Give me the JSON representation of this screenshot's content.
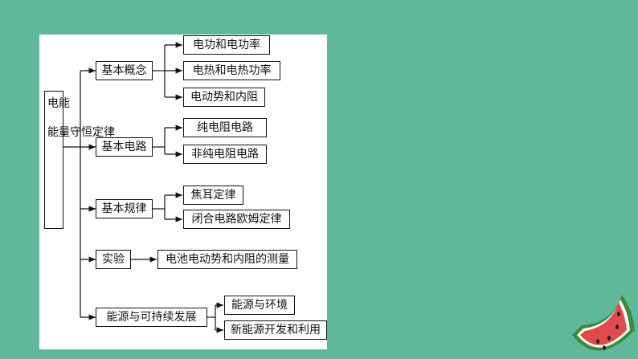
{
  "diagram": {
    "root": {
      "line1": "电能",
      "line2": "能量守恒定律"
    },
    "branches": [
      {
        "label": "基本概念",
        "children": [
          "电功和电功率",
          "电热和电热功率",
          "电动势和内阻"
        ]
      },
      {
        "label": "基本电路",
        "children": [
          "纯电阻电路",
          "非纯电阻电路"
        ]
      },
      {
        "label": "基本规律",
        "children": [
          "焦耳定律",
          "闭合电路欧姆定律"
        ]
      },
      {
        "label": "实验",
        "children": [
          "电池电动势和内阻的测量"
        ]
      },
      {
        "label": "能源与可持续发展",
        "children": [
          "能源与环境",
          "新能源开发和利用"
        ]
      }
    ]
  },
  "colors": {
    "background": "#5fb89a",
    "panel": "#ffffff",
    "line": "#111111"
  },
  "decoration": {
    "icon": "watermelon-slice-icon"
  }
}
